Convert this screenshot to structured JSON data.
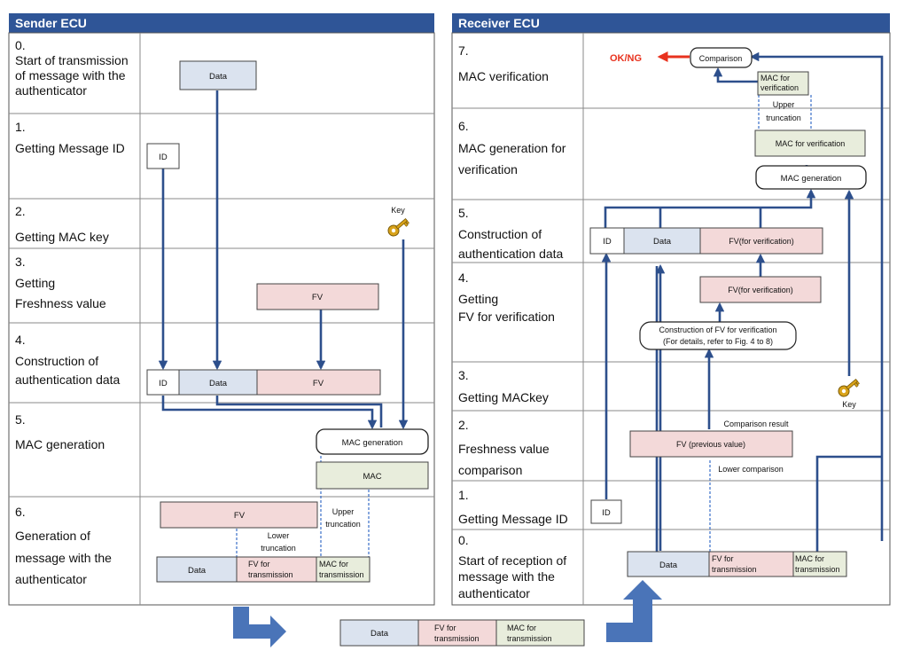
{
  "sender": {
    "title": "Sender ECU",
    "steps": [
      {
        "num": "0.",
        "lines": [
          "Start of transmission",
          "of message with the",
          "authenticator"
        ]
      },
      {
        "num": "1.",
        "lines": [
          "Getting Message ID"
        ]
      },
      {
        "num": "2.",
        "lines": [
          "Getting MAC key"
        ]
      },
      {
        "num": "3.",
        "lines": [
          "Getting",
          "Freshness value"
        ]
      },
      {
        "num": "4.",
        "lines": [
          "Construction of",
          "authentication data"
        ]
      },
      {
        "num": "5.",
        "lines": [
          "MAC generation"
        ]
      },
      {
        "num": "6.",
        "lines": [
          "Generation of",
          "message with the",
          "authenticator"
        ]
      }
    ],
    "boxes": {
      "data": "Data",
      "id": "ID",
      "key_label": "Key",
      "fv": "FV",
      "auth_id": "ID",
      "auth_data": "Data",
      "auth_fv": "FV",
      "mac_generation": "MAC generation",
      "mac": "MAC",
      "fv6": "FV",
      "upper_truncation": [
        "Upper",
        "truncation"
      ],
      "lower_truncation": [
        "Lower",
        "truncation"
      ],
      "msg_data": "Data",
      "msg_fv": [
        "FV for",
        "transmission"
      ],
      "msg_mac": [
        "MAC for",
        "transmission"
      ]
    }
  },
  "receiver": {
    "title": "Receiver ECU",
    "steps": [
      {
        "num": "7.",
        "lines": [
          "MAC verification"
        ]
      },
      {
        "num": "6.",
        "lines": [
          "MAC generation for",
          "verification"
        ]
      },
      {
        "num": "5.",
        "lines": [
          "Construction of",
          "authentication data"
        ]
      },
      {
        "num": "4.",
        "lines": [
          "Getting",
          "FV for verification"
        ]
      },
      {
        "num": "3.",
        "lines": [
          "Getting MACkey"
        ]
      },
      {
        "num": "2.",
        "lines": [
          "Freshness value",
          "comparison"
        ]
      },
      {
        "num": "1.",
        "lines": [
          "Getting  Message ID"
        ]
      },
      {
        "num": "0.",
        "lines": [
          "Start of reception of",
          "message with the",
          "authenticator"
        ]
      }
    ],
    "boxes": {
      "okng": "OK/NG",
      "comparison": "Comparison",
      "mac_for_verification_small": [
        "MAC for",
        "verification"
      ],
      "upper_truncation": [
        "Upper",
        "truncation"
      ],
      "mac_for_verification": "MAC for verification",
      "mac_generation": "MAC generation",
      "auth_id": "ID",
      "auth_data": "Data",
      "auth_fv": "FV(for verification)",
      "fv_for_verification": "FV(for verification)",
      "construction_fv": [
        "Construction of FV for verification",
        "(For details, refer to Fig. 4 to 8)"
      ],
      "key_label": "Key",
      "comparison_result": "Comparison result",
      "fv_previous": "FV (previous value)",
      "lower_comparison": "Lower comparison",
      "id": "ID",
      "msg_data": "Data",
      "msg_fv": [
        "FV for",
        "transmission"
      ],
      "msg_mac": [
        "MAC for",
        "transmission"
      ]
    }
  },
  "transfer_message": {
    "data": "Data",
    "fv": [
      "FV for",
      "transmission"
    ],
    "mac": [
      "MAC for",
      "transmission"
    ]
  },
  "colors": {
    "header": "#2f5597",
    "flow": "#2d4f8c",
    "okng": "#e8321e",
    "data_fill": "#dbe3ef",
    "fv_fill": "#f3d9d9",
    "mac_fill": "#e8eddc",
    "big_arrow": "#4a74b8"
  },
  "icons": [
    "key-icon",
    "key-icon"
  ]
}
